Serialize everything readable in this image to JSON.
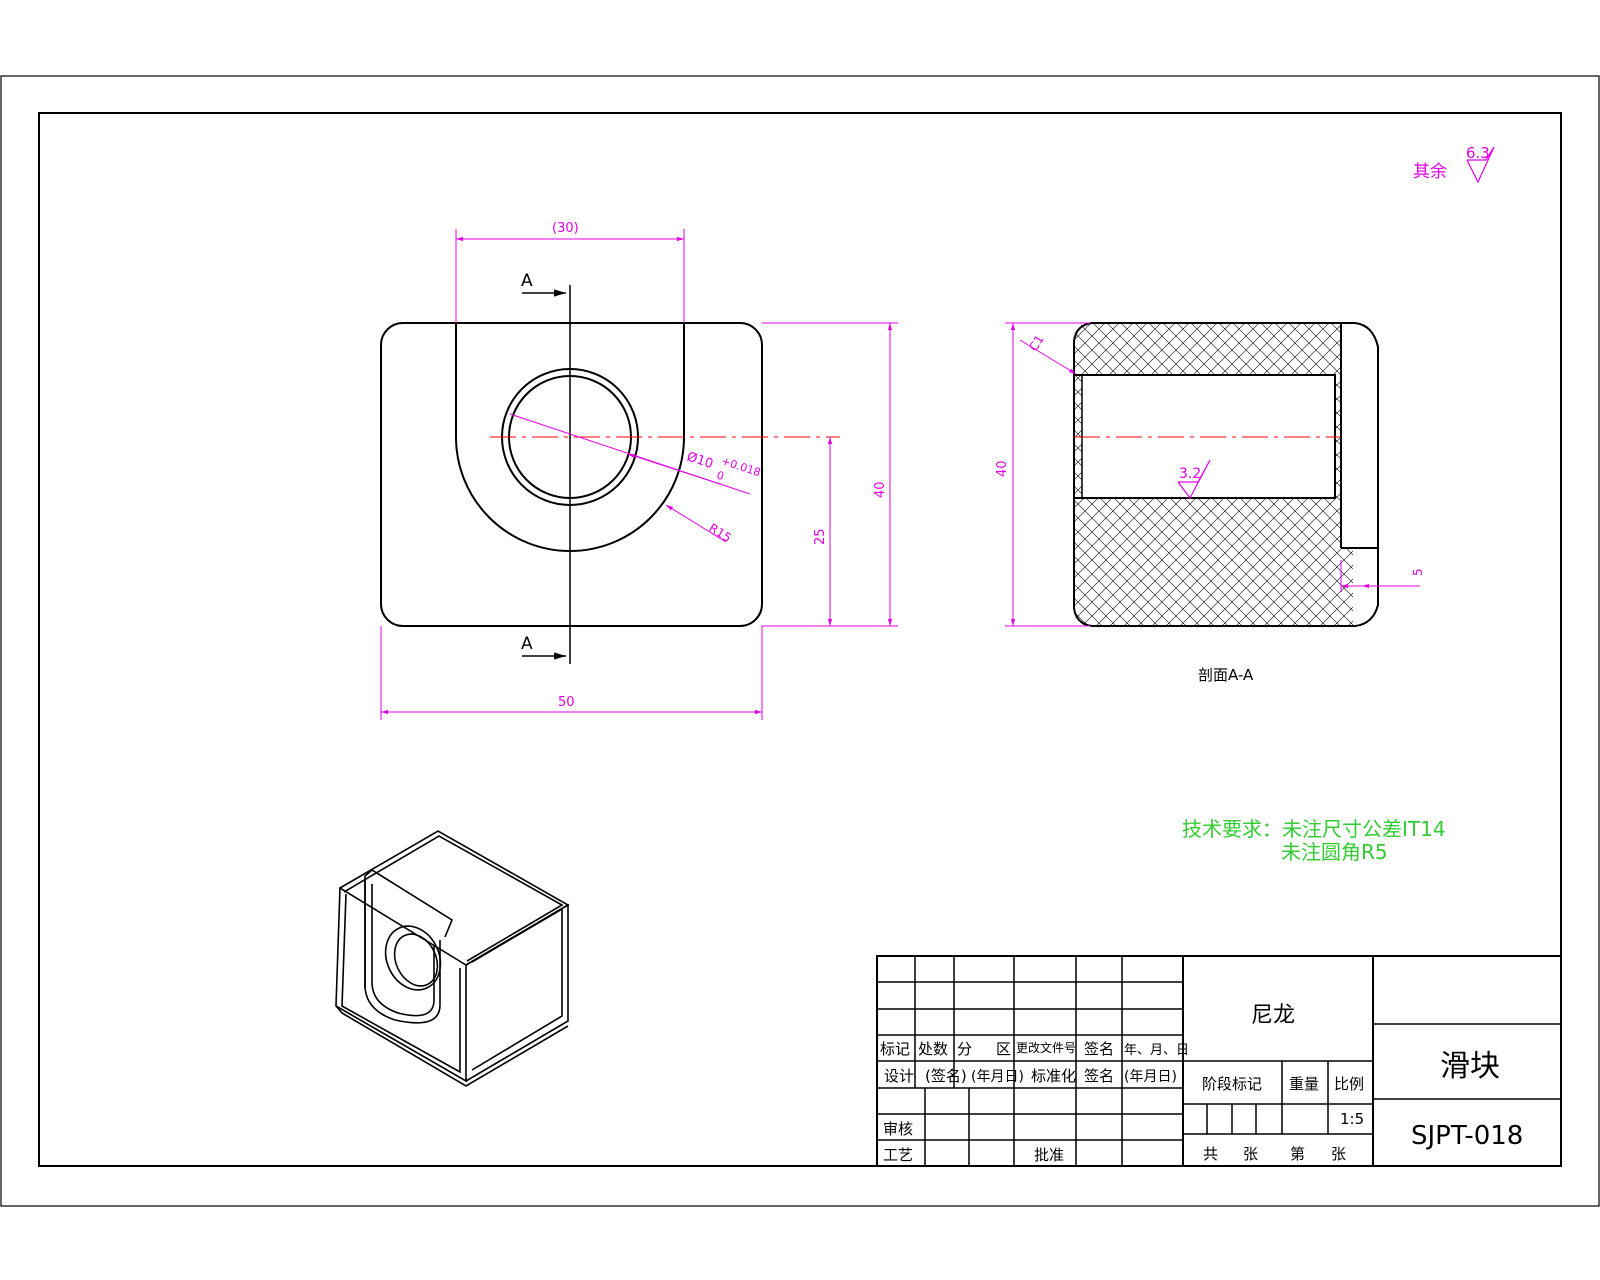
{
  "roughness": {
    "other_label": "其余",
    "other_value": "6.3",
    "bore_value": "3.2"
  },
  "front_view": {
    "section_mark": "A",
    "dim_slot_width": "(30)",
    "dim_total_width": "50",
    "dim_height": "40",
    "dim_center_height": "25",
    "dim_bore_prefix": "Ø10",
    "dim_bore_upper": "+0.018",
    "dim_bore_lower": "0",
    "dim_radius": "R15"
  },
  "section_view": {
    "caption": "剖面A-A",
    "dim_height": "40",
    "dim_chamfer": "C1",
    "dim_step": "5"
  },
  "tech_requirements": {
    "line1": "技术要求：未注尺寸公差IT14",
    "line2": "未注圆角R5"
  },
  "title_block": {
    "rev_headers": [
      "标记",
      "处数",
      "分",
      "区",
      "更改文件号",
      "签名",
      "年、月、日"
    ],
    "sign_row": [
      "设计",
      "(签名)",
      "(年月日)",
      "标准化",
      "签名",
      "(年月日)"
    ],
    "review": "审核",
    "process": "工艺",
    "approve": "批准",
    "material": "尼龙",
    "stage_label": "阶段标记",
    "weight_label": "重量",
    "scale_label": "比例",
    "scale_value": "1:5",
    "sheets_total": "共",
    "sheets_unit1": "张",
    "sheet_no": "第",
    "sheets_unit2": "张",
    "part_name": "滑块",
    "drawing_no": "SJPT-018"
  },
  "colors": {
    "outline": "#000000",
    "dimension": "#e400e4",
    "centerline": "#ff0000",
    "note": "#33cc33"
  }
}
